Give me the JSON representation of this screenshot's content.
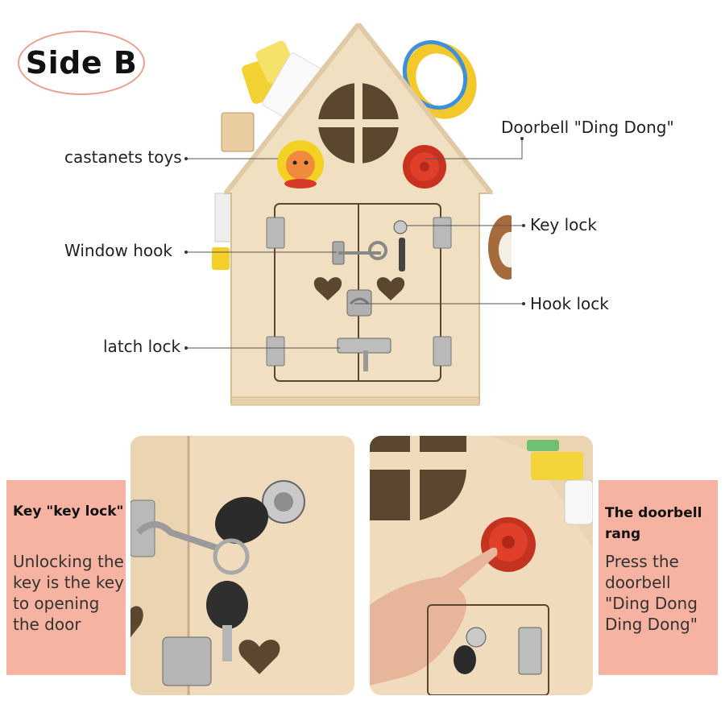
{
  "side_label": "Side B",
  "callouts": {
    "castanets": "castanets toys",
    "window_hook": "Window hook",
    "latch_lock": "latch lock",
    "doorbell": "Doorbell \"Ding Dong\"",
    "key_lock": "Key lock",
    "hook_lock": "Hook lock"
  },
  "left_panel": {
    "title": "Key \"key lock\"",
    "lines": [
      "Unlocking the",
      "key is the key",
      "to opening",
      "the door"
    ]
  },
  "right_panel": {
    "title_lines": [
      "The doorbell",
      "rang"
    ],
    "lines": [
      "Press the",
      "doorbell",
      "\"Ding Dong",
      "Ding Dong\""
    ]
  },
  "colors": {
    "panel_bg": "#f7b3a1",
    "badge_border": "#e8a08c",
    "wood": "#f1dfc1",
    "doorbell": "#e0402a"
  }
}
